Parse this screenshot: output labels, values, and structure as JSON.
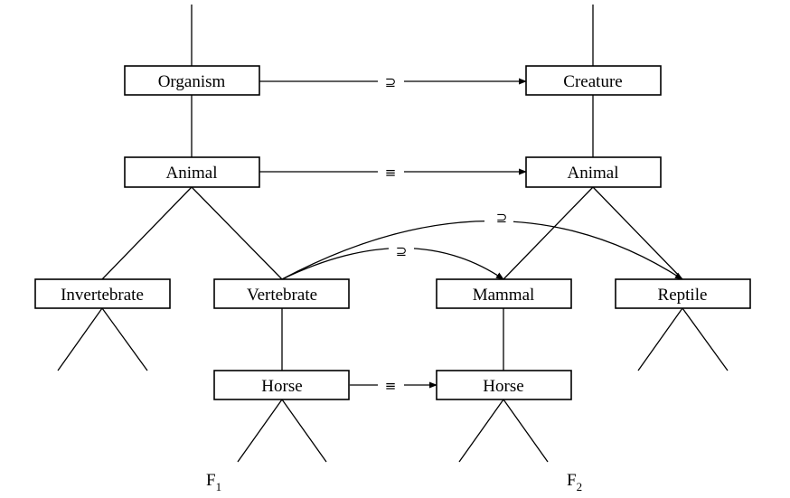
{
  "nodes": {
    "f1_organism": "Organism",
    "f1_animal": "Animal",
    "f1_invertebrate": "Invertebrate",
    "f1_vertebrate": "Vertebrate",
    "f1_horse": "Horse",
    "f2_creature": "Creature",
    "f2_animal": "Animal",
    "f2_mammal": "Mammal",
    "f2_reptile": "Reptile",
    "f2_horse": "Horse"
  },
  "relations": {
    "organism_creature": "⊇",
    "animal_animal": "≡",
    "vertebrate_reptile": "⊇",
    "vertebrate_mammal": "⊇",
    "horse_horse": "≡"
  },
  "forests": {
    "f1": {
      "letter": "F",
      "index": "1"
    },
    "f2": {
      "letter": "F",
      "index": "2"
    }
  }
}
